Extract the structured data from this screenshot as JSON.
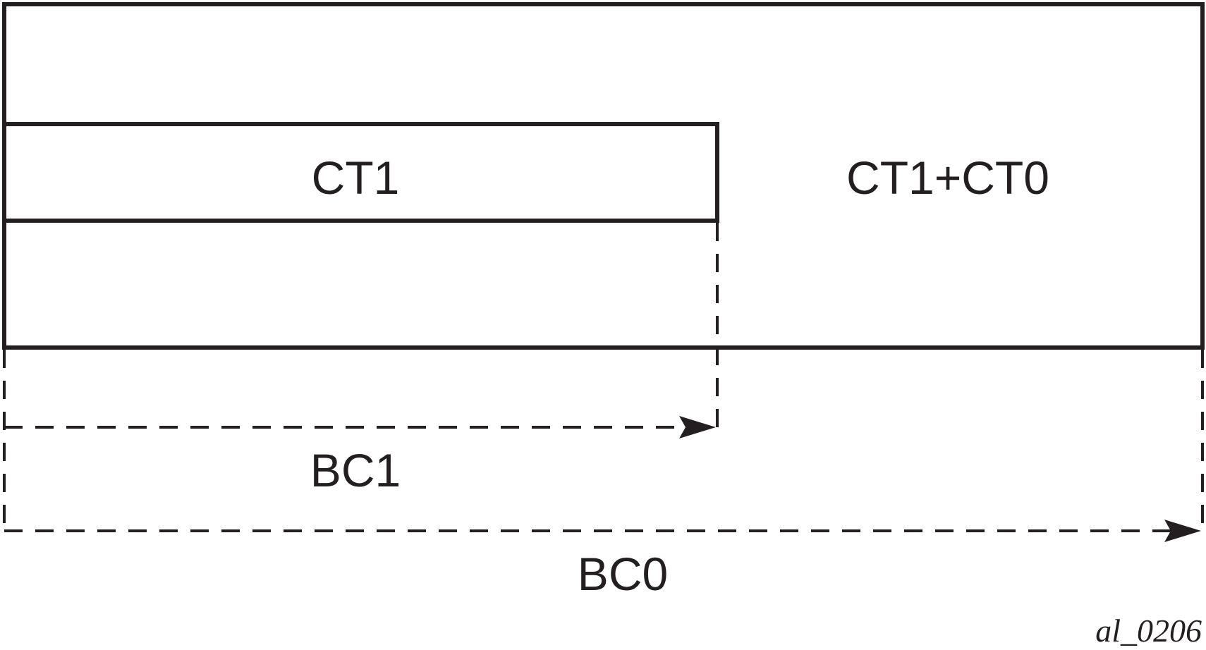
{
  "diagram": {
    "ct1_label": "CT1",
    "ct1_ct0_label": "CT1+CT0",
    "bc1_label": "BC1",
    "bc0_label": "BC0",
    "figure_id": "al_0206",
    "line_color": "#231f20"
  }
}
